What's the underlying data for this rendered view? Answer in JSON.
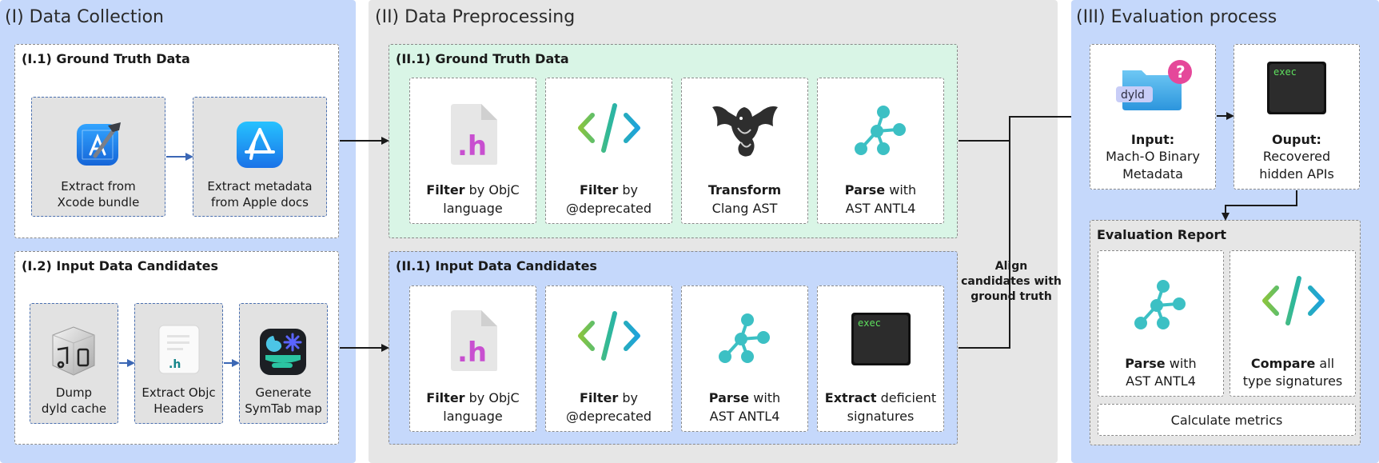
{
  "panels": {
    "collection": {
      "title": "(I) Data Collection",
      "ground_truth": {
        "title": "(I.1) Ground Truth Data",
        "cards": [
          {
            "line1": "Extract from",
            "line2": "Xcode bundle",
            "icon": "xcode-icon"
          },
          {
            "line1": "Extract metadata",
            "line2": "from Apple docs",
            "icon": "app-store-icon"
          }
        ]
      },
      "input": {
        "title": "(I.2) Input Data Candidates",
        "cards": [
          {
            "line1": "Dump",
            "line2": "dyld cache",
            "icon": "script-editor-icon"
          },
          {
            "line1": "Extract Objc",
            "line2": "Headers",
            "icon": "header-file-icon",
            "icon_label": ".h"
          },
          {
            "line1": "Generate",
            "line2": "SymTab map",
            "icon": "symtab-app-icon"
          }
        ]
      }
    },
    "preprocessing": {
      "title": "(II) Data Preprocessing",
      "ground_truth": {
        "title": "(II.1) Ground Truth Data",
        "cards": [
          {
            "bold": "Filter",
            "rest": " by ObjC",
            "line2": "language",
            "icon": "h-file-icon",
            "icon_label": ".h"
          },
          {
            "bold": "Filter",
            "rest": " by",
            "line2": "@deprecated",
            "icon": "code-brackets-icon"
          },
          {
            "bold": "Transform",
            "rest": "",
            "line2": "Clang AST",
            "icon": "dragon-icon"
          },
          {
            "bold": "Parse",
            "rest": " with",
            "line2": "AST ANTL4",
            "icon": "tree-icon"
          }
        ]
      },
      "input": {
        "title": "(II.1) Input Data Candidates",
        "cards": [
          {
            "bold": "Filter",
            "rest": " by ObjC",
            "line2": "language",
            "icon": "h-file-icon",
            "icon_label": ".h"
          },
          {
            "bold": "Filter",
            "rest": " by",
            "line2": "@deprecated",
            "icon": "code-brackets-icon"
          },
          {
            "bold": "Parse",
            "rest": " with",
            "line2": "AST ANTL4",
            "icon": "tree-icon"
          },
          {
            "bold": "Extract",
            "rest": " deficient",
            "line2": "signatures",
            "icon": "terminal-icon",
            "icon_label": "exec"
          }
        ]
      },
      "align_note": {
        "line1": "Align",
        "line2": "candidates with",
        "line3": "ground truth"
      }
    },
    "evaluation": {
      "title": "(III) Evaluation process",
      "input_card": {
        "bold": "Input:",
        "line2": "Mach-O Binary",
        "line3": "Metadata",
        "icon": "dyld-folder-icon",
        "icon_label": "dyld",
        "badge": "?"
      },
      "output_card": {
        "bold": "Ouput:",
        "line2": "Recovered",
        "line3": "hidden APIs",
        "icon": "terminal-icon",
        "icon_label": "exec"
      },
      "report": {
        "title": "Evaluation Report",
        "cards": [
          {
            "bold": "Parse",
            "rest": " with",
            "line2": "AST ANTL4",
            "icon": "tree-icon"
          },
          {
            "bold": "Compare",
            "rest": " all",
            "line2": "type signatures",
            "icon": "code-brackets-icon"
          }
        ],
        "metrics": "Calculate metrics"
      }
    }
  },
  "colors": {
    "collection_bg": "#c5d8fb",
    "preprocessing_bg": "#e6e6e6",
    "evaluation_bg": "#c5d8fb",
    "green_box": "#d9f5e6",
    "blue_box": "#c5d8fb",
    "teal": "#3cc0c4",
    "purple": "#c84fd0",
    "arrow_dark": "#1a1a1a",
    "arrow_blue": "#3b67b5"
  }
}
